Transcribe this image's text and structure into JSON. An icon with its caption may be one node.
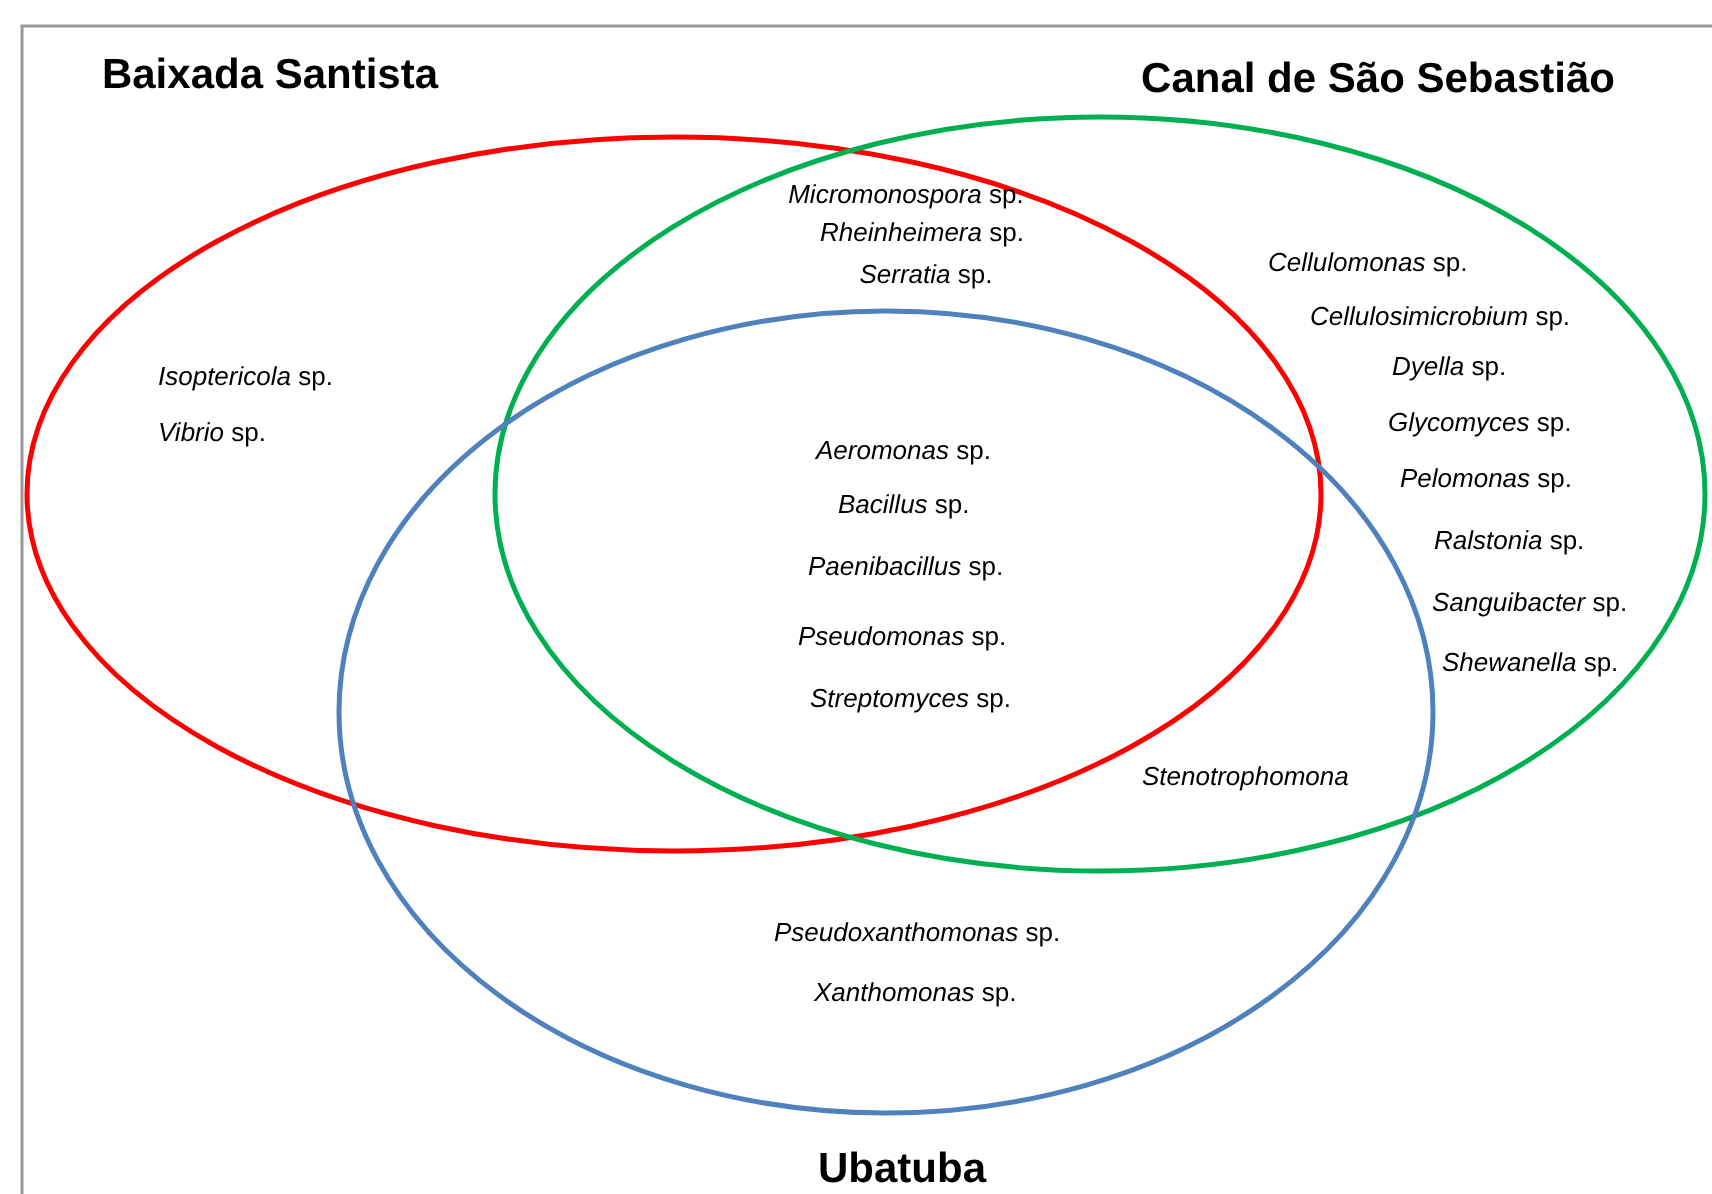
{
  "diagram": {
    "nodes": [
      {
        "text": [
          "Baixada Santista"
        ]
      },
      {
        "text": [
          "Canal de São Sebastião"
        ]
      },
      {
        "text": [
          "Ubatuba"
        ]
      }
    ],
    "labels": [
      "*Micromonospora* sp.",
      "*Rheinheimera* sp.",
      "*Serratia* sp.",
      "*Cellulomonas* sp.",
      "*Cellulosimicrobium* sp.",
      "*Isoptericola* sp.",
      "*Dyella* sp.",
      "*Vibrio* sp.",
      "*Glycomyces* sp.",
      "*Aeromonas* sp.",
      "*Pelomonas* sp.",
      "*Bacillus* sp.",
      "*Ralstonia* sp.",
      "*Paenibacillus* sp.",
      "*Sanguibacter* sp.",
      "*Pseudomonas* sp.",
      "*Shewanella* sp.",
      "*Streptomyces* sp.",
      "*Stenotrophomona*",
      "*Pseudoxanthomonas* sp.",
      "*Xanthomonas* sp."
    ]
  }
}
